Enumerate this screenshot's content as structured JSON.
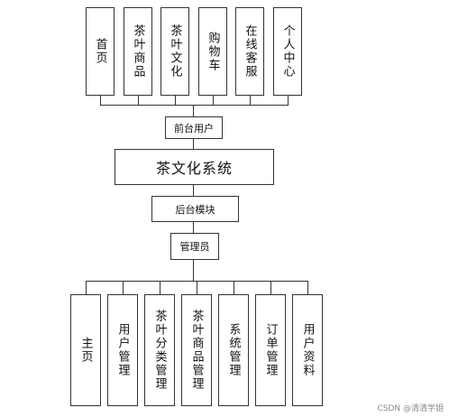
{
  "diagram": {
    "top_modules": [
      "首页",
      "茶叶商品",
      "茶叶文化",
      "购物车",
      "在线客服",
      "个人中心"
    ],
    "frontend_label": "前台用户",
    "system_title": "茶文化系统",
    "backend_label": "后台模块",
    "admin_label": "管理员",
    "bottom_modules": [
      "主页",
      "用户管理",
      "茶叶分类管理",
      "茶叶商品管理",
      "系统管理",
      "订单管理",
      "用户资料"
    ]
  },
  "watermark": "CSDN @清清学姐"
}
